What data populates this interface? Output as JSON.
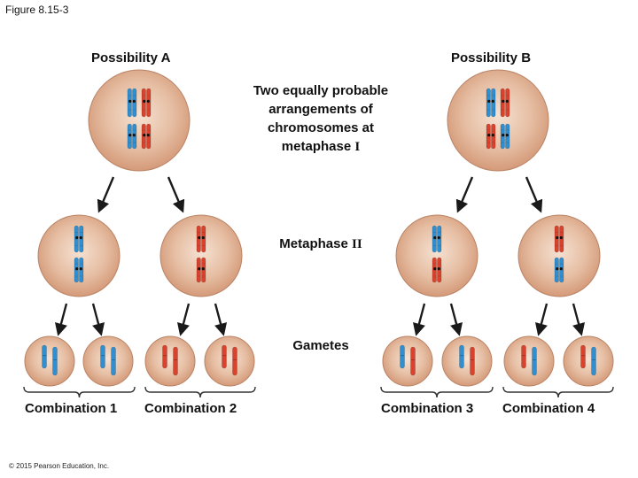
{
  "figure_label": "Figure 8.15-3",
  "possibility_a": "Possibility A",
  "possibility_b": "Possibility B",
  "caption_metaphase1": {
    "line1": "Two equally probable",
    "line2": "arrangements of",
    "line3": "chromosomes at",
    "line4_text": "metaphase ",
    "line4_roman": "I"
  },
  "caption_metaphase2": {
    "text": "Metaphase ",
    "roman": "II"
  },
  "caption_gametes": "Gametes",
  "combinations": [
    "Combination 1",
    "Combination 2",
    "Combination 3",
    "Combination 4"
  ],
  "copyright": "© 2015 Pearson Education, Inc.",
  "colors": {
    "cell_fill": "#dfae8f",
    "cell_center": "#f3dccb",
    "blue_chromosome": "#2f8fd0",
    "red_chromosome": "#d9432e",
    "arrow": "#1a1a1a"
  }
}
